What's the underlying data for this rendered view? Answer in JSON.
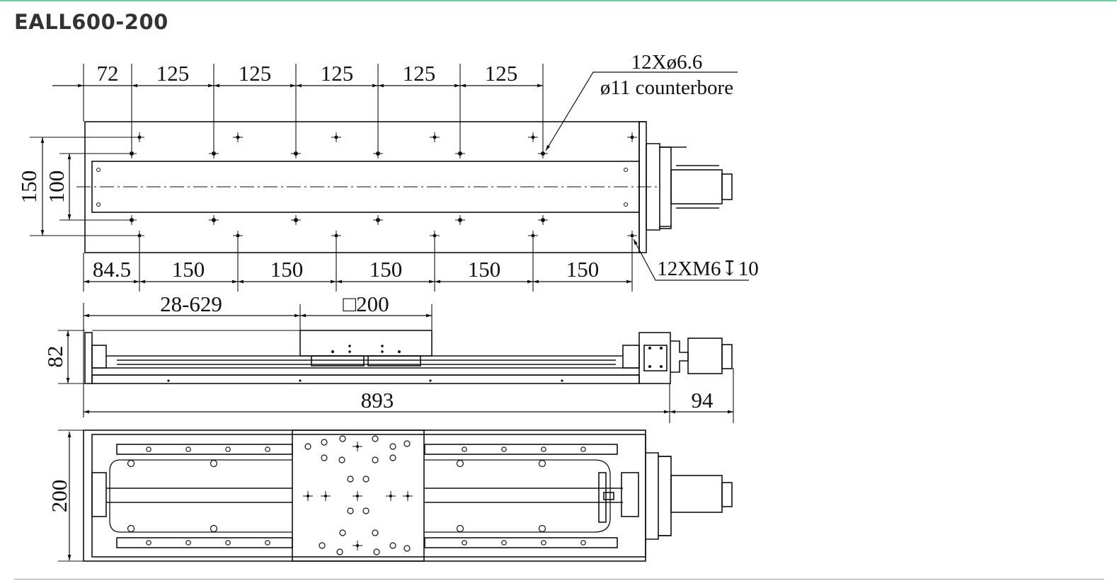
{
  "header": {
    "title": "EALL600-200"
  },
  "top_view": {
    "top_pitches": [
      "72",
      "125",
      "125",
      "125",
      "125",
      "125"
    ],
    "bottom_pitches": [
      "84.5",
      "150",
      "150",
      "150",
      "150",
      "150"
    ],
    "height_outer": "150",
    "height_inner": "100",
    "callout_holes_line1": "12Xø6.6",
    "callout_holes_line2": "ø11 counterbore",
    "callout_threads": "12XM6↧10"
  },
  "side_view": {
    "stroke_range": "28-629",
    "carriage_size": "□200",
    "height": "82",
    "total_length": "893",
    "motor_length": "94"
  },
  "bottom_view": {
    "width": "200"
  },
  "colors": {
    "accent": "#6fd0a0",
    "line": "#111111"
  }
}
